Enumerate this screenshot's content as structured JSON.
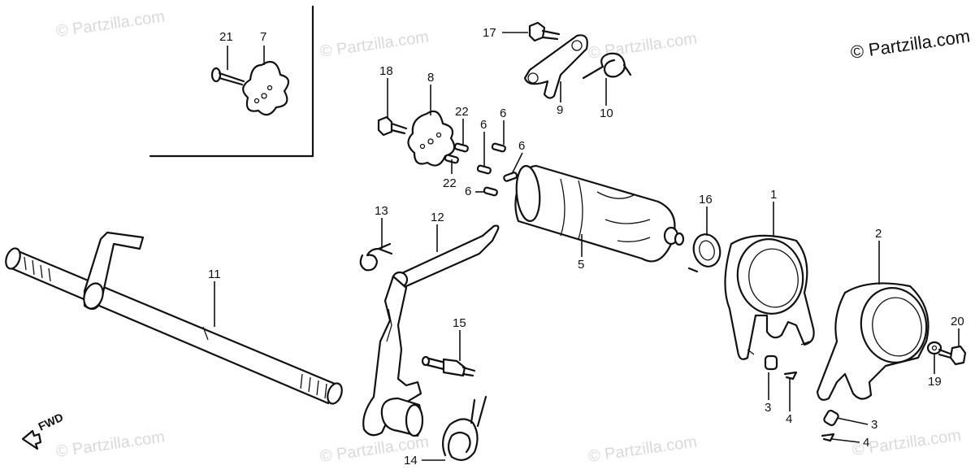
{
  "copyright": "© Partzilla.com",
  "watermark": "© Partzilla.com",
  "fwd_label": "FWD",
  "callouts": {
    "c1": "1",
    "c2": "2",
    "c3a": "3",
    "c3b": "3",
    "c4a": "4",
    "c4b": "4",
    "c5": "5",
    "c6a": "6",
    "c6b": "6",
    "c6c": "6",
    "c6d": "6",
    "c7": "7",
    "c8": "8",
    "c9": "9",
    "c10": "10",
    "c11": "11",
    "c12": "12",
    "c13": "13",
    "c14": "14",
    "c15": "15",
    "c16": "16",
    "c17": "17",
    "c18": "18",
    "c19": "19",
    "c20": "20",
    "c21": "21",
    "c22a": "22",
    "c22b": "22"
  }
}
